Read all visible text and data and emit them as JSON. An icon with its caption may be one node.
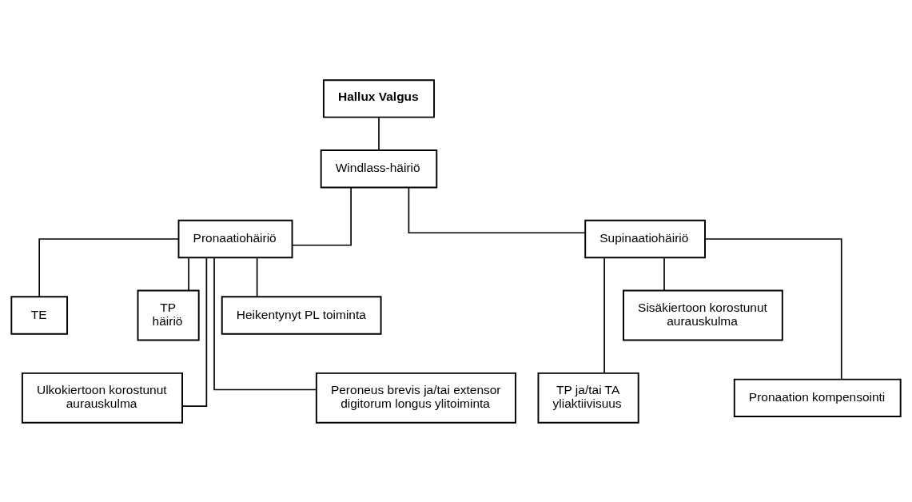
{
  "diagram": {
    "nodes": [
      {
        "text": [
          "Hallux Valgus"
        ]
      },
      {
        "text": [
          "Windlass-häiriö"
        ]
      },
      {
        "text": [
          "Pronaatiohäiriö"
        ]
      },
      {
        "text": [
          "Supinaatiohäiriö"
        ]
      },
      {
        "text": [
          "TE"
        ]
      },
      {
        "text": [
          "Ulkokiertoon korostunut aurauskulma"
        ]
      },
      {
        "text": [
          "TP häiriö"
        ]
      },
      {
        "text": [
          "Heikentynyt PL toiminta"
        ]
      },
      {
        "text": [
          "Peroneus brevis ja/tai extensor digitorum longus ylitoiminta"
        ]
      },
      {
        "text": [
          "TP ja/tai TA yliaktiivisuus"
        ]
      },
      {
        "text": [
          "Sisäkiertoon korostunut aurauskulma"
        ]
      },
      {
        "text": [
          "Pronaation kompensointi"
        ]
      }
    ],
    "edges": [
      {
        "from": 0,
        "to": 1,
        "arrow": "none"
      },
      {
        "from": 1,
        "to": 2,
        "arrow": "none"
      },
      {
        "from": 1,
        "to": 3,
        "arrow": "none"
      },
      {
        "from": 2,
        "to": 4,
        "arrow": "none"
      },
      {
        "from": 2,
        "to": 5,
        "arrow": "none"
      },
      {
        "from": 2,
        "to": 6,
        "arrow": "none"
      },
      {
        "from": 2,
        "to": 7,
        "arrow": "none"
      },
      {
        "from": 2,
        "to": 8,
        "arrow": "none"
      },
      {
        "from": 3,
        "to": 9,
        "arrow": "none"
      },
      {
        "from": 3,
        "to": 10,
        "arrow": "none"
      },
      {
        "from": 3,
        "to": 11,
        "arrow": "none"
      }
    ]
  }
}
